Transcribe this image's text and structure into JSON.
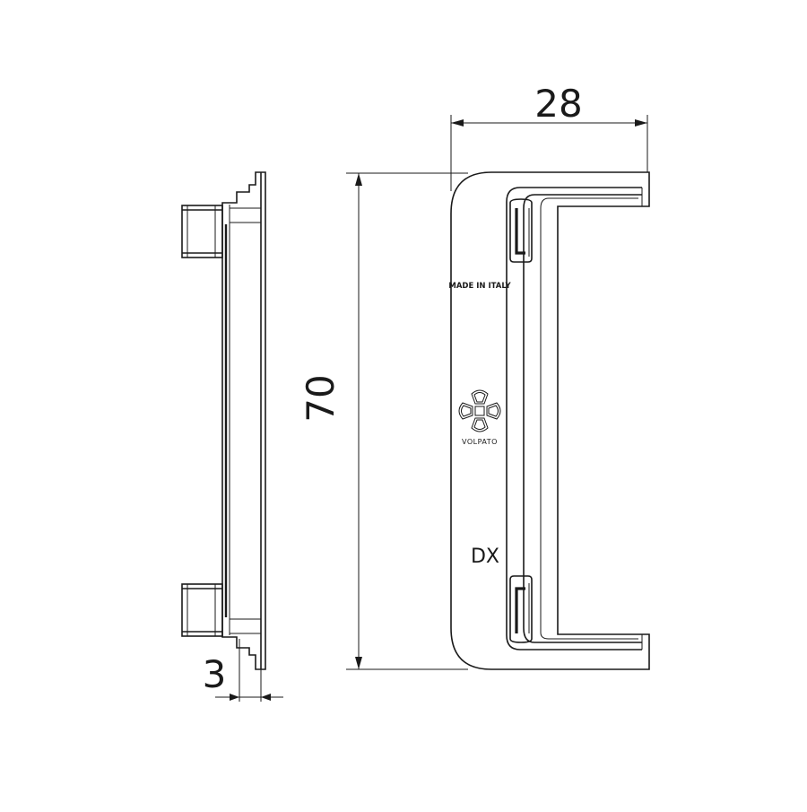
{
  "dimensions": {
    "width_label": "28",
    "height_label": "70",
    "thickness_label": "3"
  },
  "marking": {
    "origin_text": "MADE IN ITALY",
    "brand_text": "VOLPATO",
    "side_text": "DX",
    "logo_icon": "volpato-clover-logo"
  },
  "colors": {
    "line": "#1a1a1a",
    "background": "#ffffff"
  }
}
